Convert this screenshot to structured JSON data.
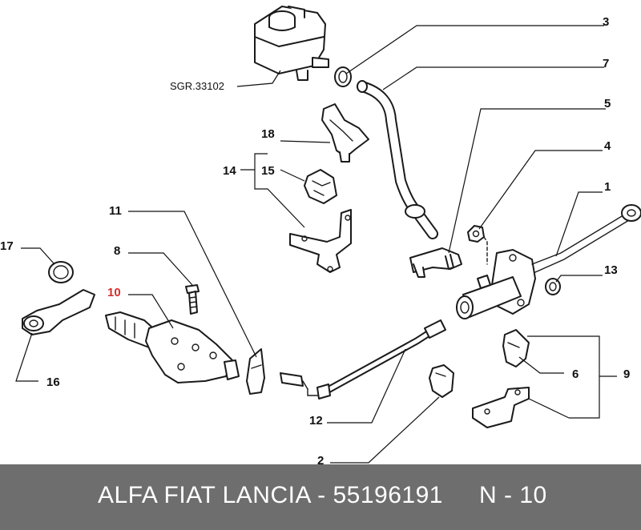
{
  "diagram": {
    "reference_label": "SGR.33102",
    "callouts": {
      "c1": "1",
      "c2": "2",
      "c3": "3",
      "c4": "4",
      "c5": "5",
      "c6": "6",
      "c7": "7",
      "c8": "8",
      "c9": "9",
      "c10": "10",
      "c11": "11",
      "c12": "12",
      "c13": "13",
      "c14": "14",
      "c15": "15",
      "c16": "16",
      "c17": "17",
      "c18": "18"
    },
    "highlight_color": "#d32f2f"
  },
  "footer": {
    "title": "ALFA FIAT LANCIA - 55196191",
    "ref": "N - 10",
    "background": "#6e6e6e"
  }
}
